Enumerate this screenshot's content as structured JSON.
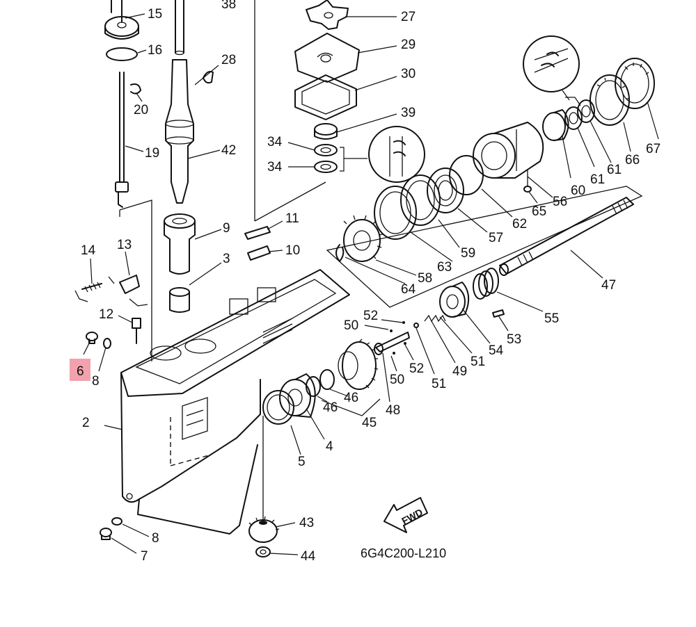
{
  "diagram": {
    "code": "6G4C200-L210",
    "fwd_label": "FWD",
    "highlight_color": "#f2a2ad",
    "highlighted_callout": "6",
    "callouts": {
      "c15": "15",
      "c38": "38",
      "c27": "27",
      "c16": "16",
      "c29": "29",
      "c28": "28",
      "c30": "30",
      "c20": "20",
      "c39": "39",
      "c42": "42",
      "c34a": "34",
      "c34b": "34",
      "c19": "19",
      "c67": "67",
      "c66": "66",
      "c61a": "61",
      "c61b": "61",
      "c60": "60",
      "c56": "56",
      "c65": "65",
      "c62": "62",
      "c11": "11",
      "c9": "9",
      "c57": "57",
      "c10": "10",
      "c14": "14",
      "c13": "13",
      "c3": "3",
      "c59": "59",
      "c63": "63",
      "c58": "58",
      "c64": "64",
      "c47": "47",
      "c12": "12",
      "c52a": "52",
      "c50a": "50",
      "c55": "55",
      "c53": "53",
      "c54": "54",
      "c51a": "51",
      "c49": "49",
      "c52b": "52",
      "c6": "6",
      "c8a": "8",
      "c50b": "50",
      "c51b": "51",
      "c48": "48",
      "c46a": "46",
      "c46b": "46",
      "c45": "45",
      "c2": "2",
      "c4": "4",
      "c5": "5",
      "c43": "43",
      "c8b": "8",
      "c7": "7",
      "c44": "44"
    }
  }
}
